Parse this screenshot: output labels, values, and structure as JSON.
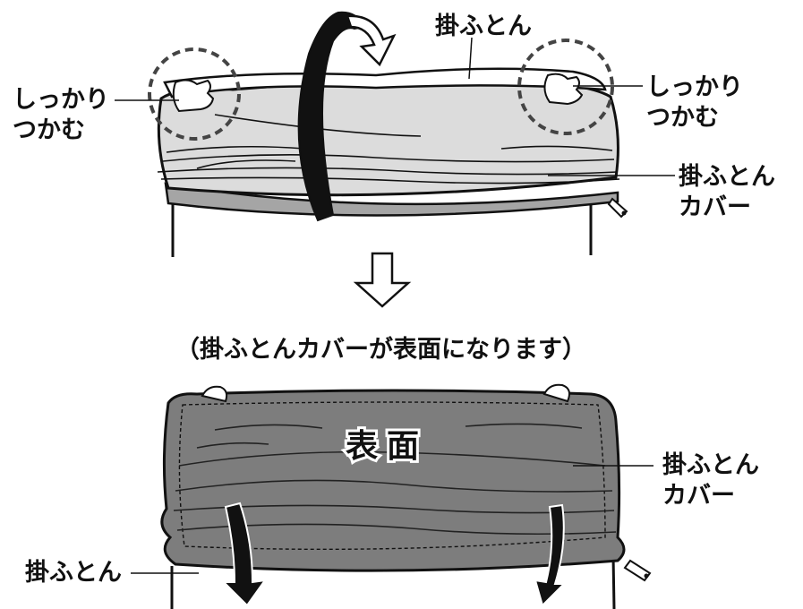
{
  "top_illustration": {
    "label_duvet": "掛ふとん",
    "label_grip_left_1": "しっかり",
    "label_grip_left_2": "つかむ",
    "label_grip_right_1": "しっかり",
    "label_grip_right_2": "つかむ",
    "label_cover_1": "掛ふとん",
    "label_cover_2": "カバー"
  },
  "transition": {
    "arrow_icon": "down-outline-arrow-icon",
    "note": "（掛ふとんカバーが表面になります）"
  },
  "bottom_illustration": {
    "label_surface": "表面",
    "label_cover_1": "掛ふとん",
    "label_cover_2": "カバー",
    "label_duvet": "掛ふとん"
  },
  "colors": {
    "ink": "#111111",
    "duvet_fill": "#dcdcdc",
    "cover_fill": "#7d7d7d",
    "bed_edge": "#a5a5a5",
    "background": "#ffffff"
  }
}
